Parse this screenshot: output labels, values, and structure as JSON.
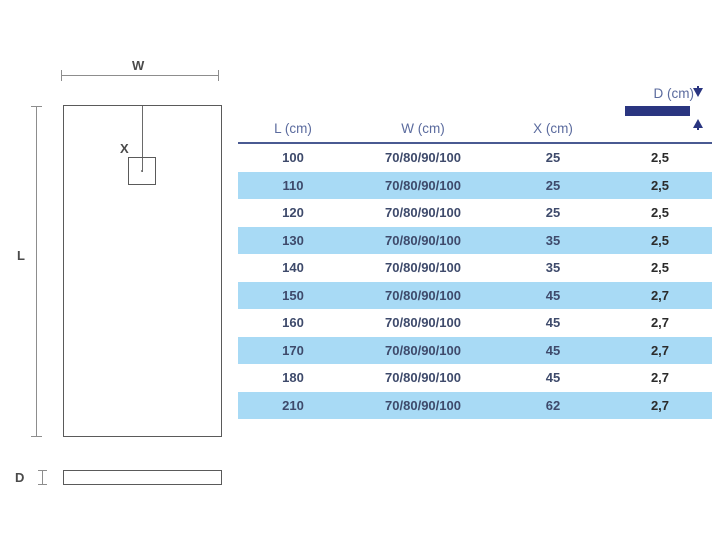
{
  "drawing": {
    "width_label": "W",
    "length_label": "L",
    "drain_label": "X",
    "depth_label": "D"
  },
  "table": {
    "headers": [
      "L (cm)",
      "W (cm)",
      "X (cm)",
      "D (cm)"
    ],
    "rows": [
      {
        "L": "100",
        "W": "70/80/90/100",
        "X": "25",
        "D": "2,5"
      },
      {
        "L": "110",
        "W": "70/80/90/100",
        "X": "25",
        "D": "2,5"
      },
      {
        "L": "120",
        "W": "70/80/90/100",
        "X": "25",
        "D": "2,5"
      },
      {
        "L": "130",
        "W": "70/80/90/100",
        "X": "35",
        "D": "2,5"
      },
      {
        "L": "140",
        "W": "70/80/90/100",
        "X": "35",
        "D": "2,5"
      },
      {
        "L": "150",
        "W": "70/80/90/100",
        "X": "45",
        "D": "2,7"
      },
      {
        "L": "160",
        "W": "70/80/90/100",
        "X": "45",
        "D": "2,7"
      },
      {
        "L": "170",
        "W": "70/80/90/100",
        "X": "45",
        "D": "2,7"
      },
      {
        "L": "180",
        "W": "70/80/90/100",
        "X": "45",
        "D": "2,7"
      },
      {
        "L": "210",
        "W": "70/80/90/100",
        "X": "62",
        "D": "2,7"
      }
    ]
  },
  "colors": {
    "header_text": "#5b6b9e",
    "header_rule": "#4a5a92",
    "stripe": "#a8daf5",
    "navy": "#2a3580",
    "line": "#5a5a5a",
    "dim_line": "#8d8d8d"
  }
}
